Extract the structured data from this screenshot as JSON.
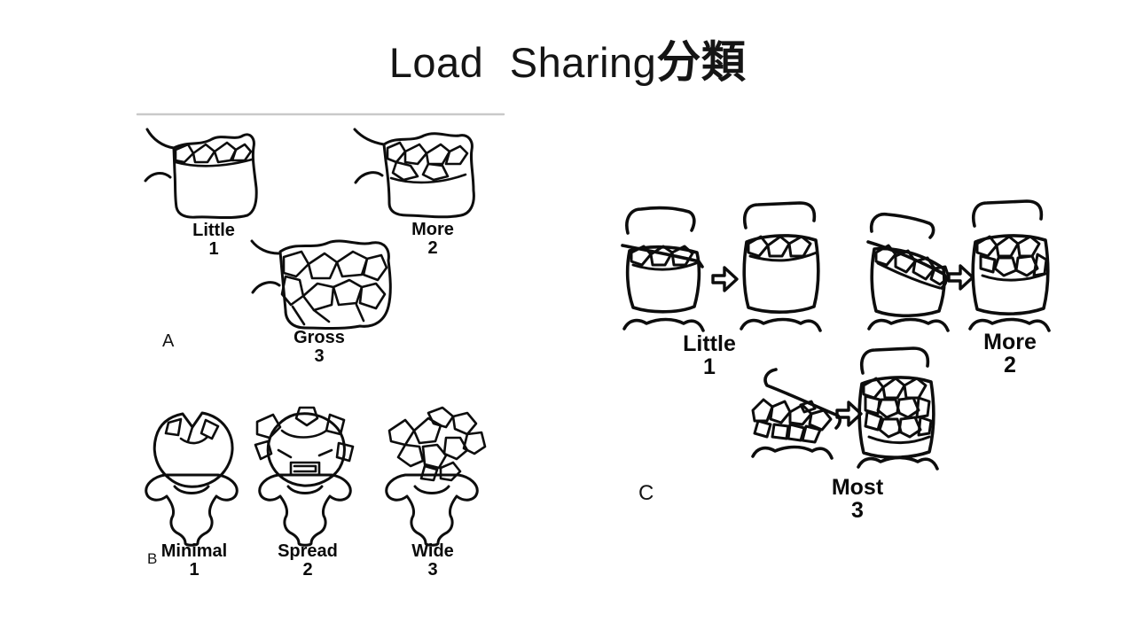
{
  "slide": {
    "title_latin": "Load Sharing",
    "title_cjk": "分類",
    "background": "#ffffff",
    "ink_color": "#0d0d0d",
    "divider_color": "#c9c9c9"
  },
  "figure_left": {
    "panel_a": {
      "letter": "A",
      "items": [
        {
          "label": "Little",
          "number": "1"
        },
        {
          "label": "More",
          "number": "2"
        },
        {
          "label": "Gross",
          "number": "3"
        }
      ]
    },
    "panel_b": {
      "letter": "B",
      "items": [
        {
          "label": "Minimal",
          "number": "1"
        },
        {
          "label": "Spread",
          "number": "2"
        },
        {
          "label": "Wide",
          "number": "3"
        }
      ]
    }
  },
  "figure_right": {
    "panel_c": {
      "letter": "C",
      "items": [
        {
          "label": "Little",
          "number": "1"
        },
        {
          "label": "More",
          "number": "2"
        },
        {
          "label": "Most",
          "number": "3"
        }
      ]
    }
  }
}
